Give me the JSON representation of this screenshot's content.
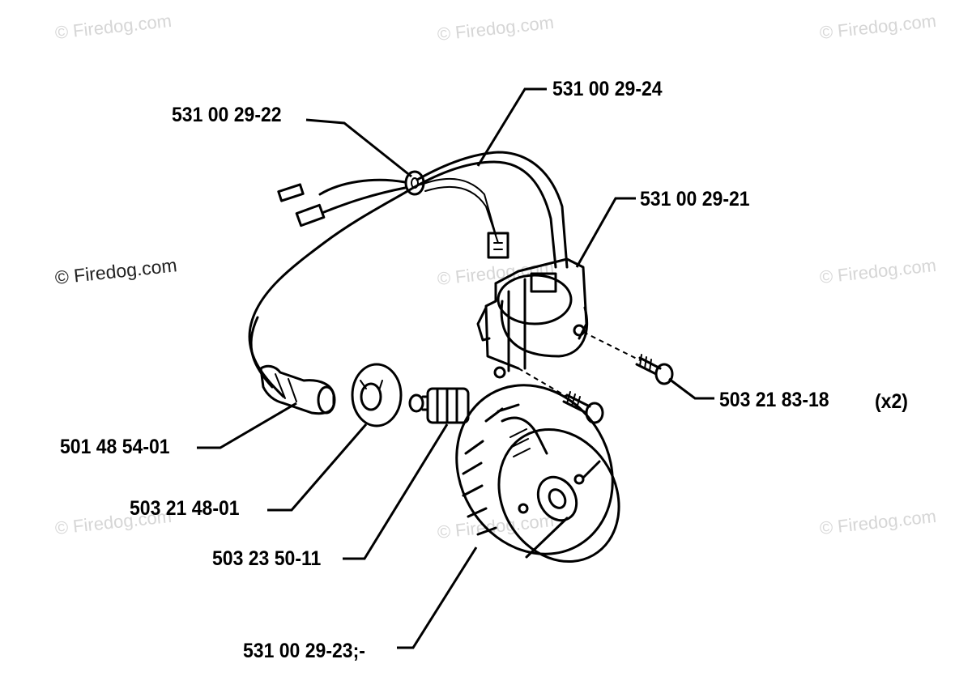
{
  "watermarks": {
    "text": "© Firedog.com",
    "tl": "© Firedog.com",
    "tc": "© Firedog.com",
    "tr": "© Firedog.com",
    "ml": "© Firedog.com",
    "mc": "© Firedog.com",
    "mr": "© Firedog.com",
    "bl": "© Firedog.com",
    "bc": "© Firedog.com",
    "br": "© Firedog.com"
  },
  "parts": {
    "wire_clip": "531 00 29-22",
    "cable_harness": "531 00 29-24",
    "ignition_module": "531 00 29-21",
    "screw": "503 21 83-18",
    "screw_qty": "(x2)",
    "spark_plug_cap": "501 48 54-01",
    "washer": "503 21 48-01",
    "nut": "503 23 50-11",
    "flywheel": "531 00 29-23;-"
  }
}
